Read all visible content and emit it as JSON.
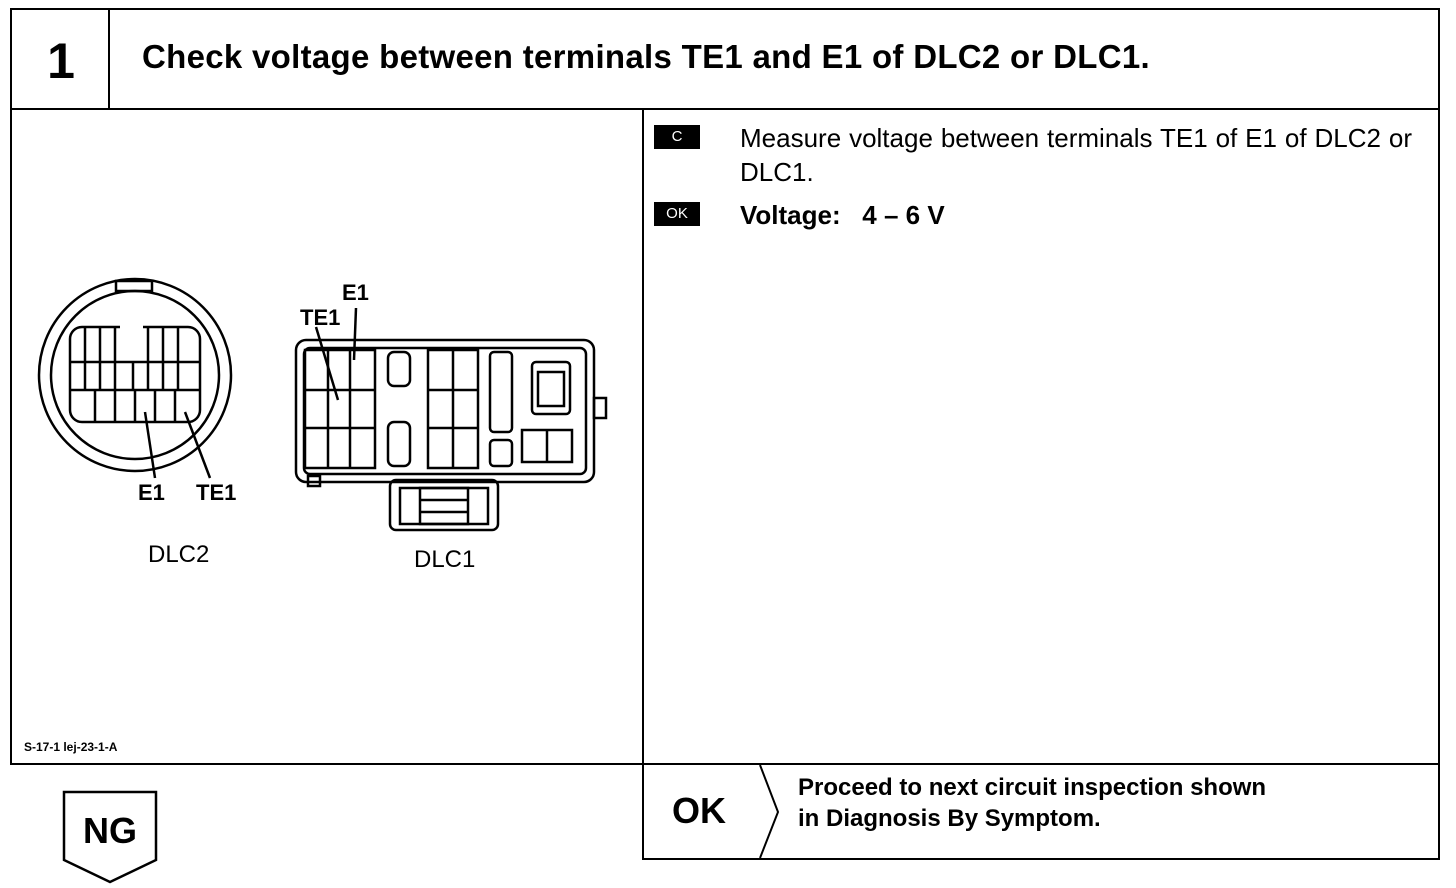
{
  "step": {
    "number": "1",
    "title": "Check voltage between terminals TE1 and E1 of DLC2 or DLC1."
  },
  "figure": {
    "dlc2": {
      "name": "DLC2",
      "e1": "E1",
      "te1": "TE1"
    },
    "dlc1": {
      "name": "DLC1",
      "e1": "E1",
      "te1": "TE1"
    },
    "code": "S-17-1 lej-23-1-A"
  },
  "instructions": {
    "check_badge": "C",
    "check_text": "Measure voltage between terminals TE1 of E1 of DLC2 or DLC1.",
    "ok_badge": "OK",
    "ok_text": "Voltage:   4 – 6 V"
  },
  "results": {
    "ok_label": "OK",
    "ok_action_line1": "Proceed to next circuit inspection shown",
    "ok_action_line2": "in Diagnosis By Symptom.",
    "ng_label": "NG"
  }
}
